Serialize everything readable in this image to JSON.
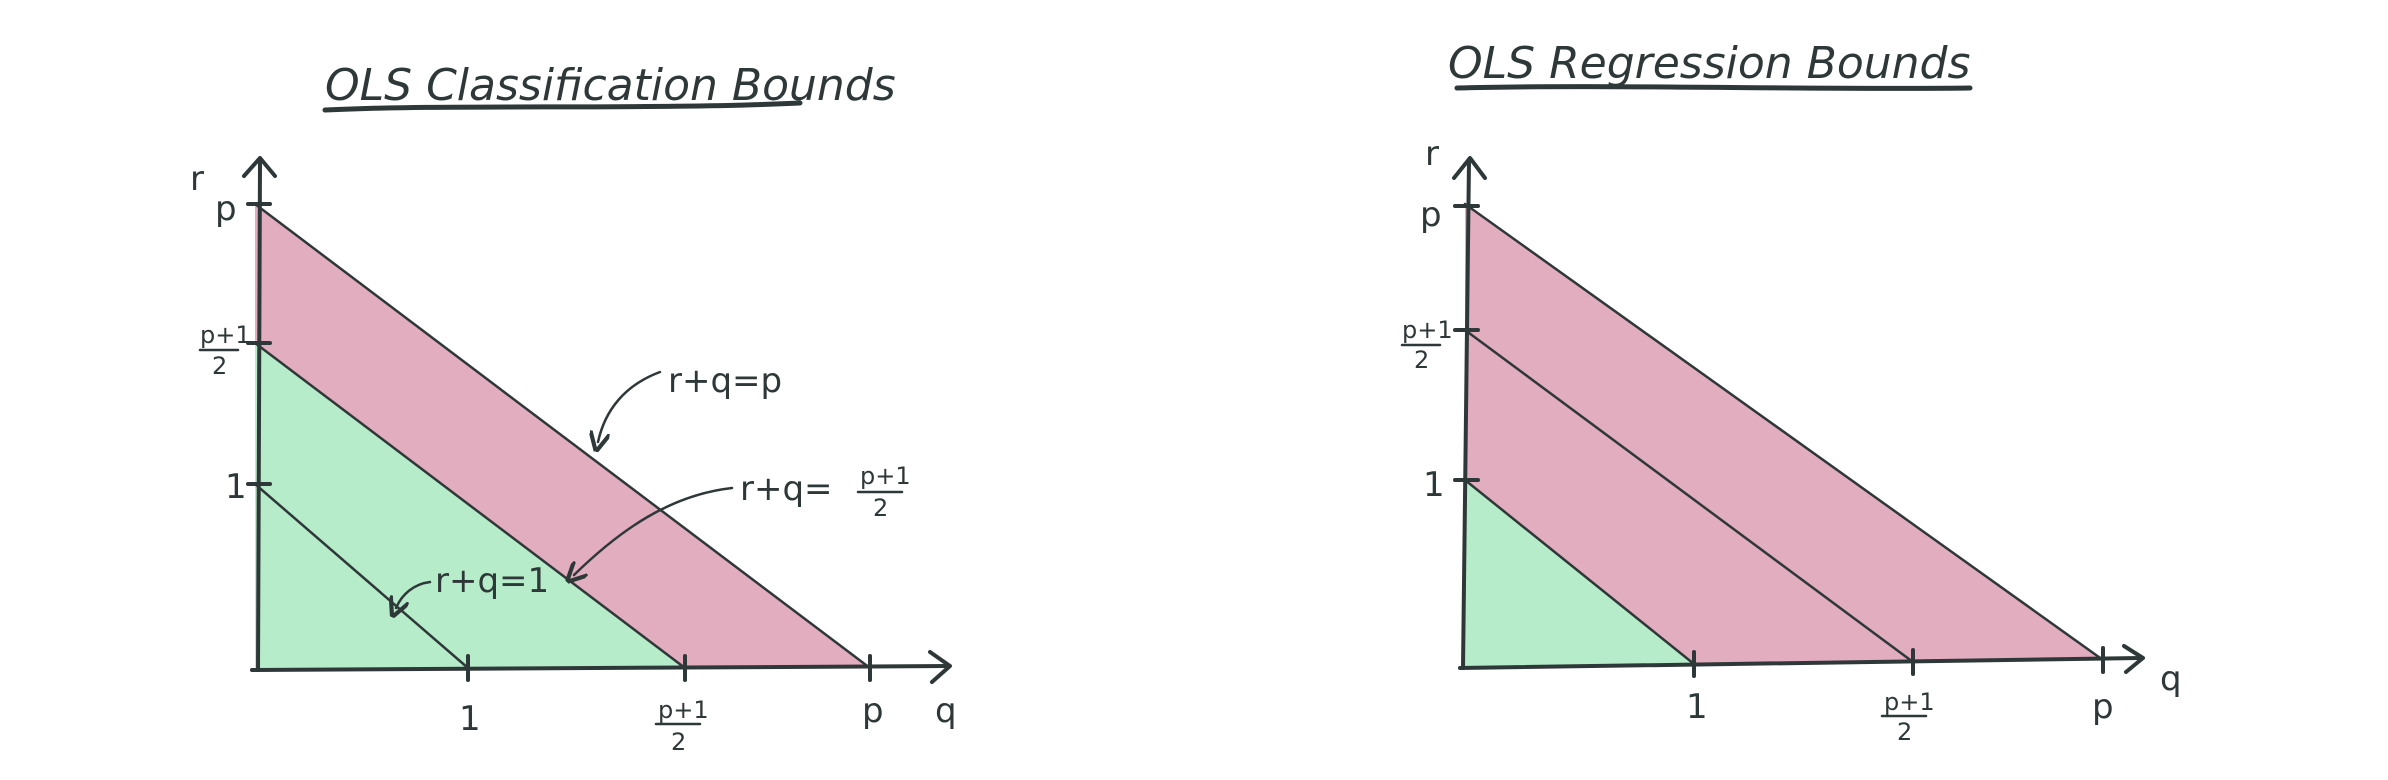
{
  "colors": {
    "ink": "#2f3838",
    "pink_region": "#e2adbf",
    "green_region": "#b6ecc9",
    "background": "#ffffff"
  },
  "panels": [
    {
      "title": "OLS Classification Bounds",
      "axis_x_label": "q",
      "axis_y_label": "r",
      "y_ticks": {
        "p": "p",
        "half_num": "p+1",
        "half_den": "2",
        "one": "1"
      },
      "x_ticks": {
        "one": "1",
        "half_num": "p+1",
        "half_den": "2",
        "p": "p"
      },
      "annotations": {
        "line_p": "r+q=p",
        "line_half_prefix": "r+q=",
        "line_half_num": "p+1",
        "line_half_den": "2",
        "line_one": "r+q=1"
      }
    },
    {
      "title": "OLS Regression Bounds",
      "axis_x_label": "q",
      "axis_y_label": "r",
      "y_ticks": {
        "p": "p",
        "half_num": "p+1",
        "half_den": "2",
        "one": "1"
      },
      "x_ticks": {
        "one": "1",
        "half_num": "p+1",
        "half_den": "2",
        "p": "p"
      }
    }
  ]
}
